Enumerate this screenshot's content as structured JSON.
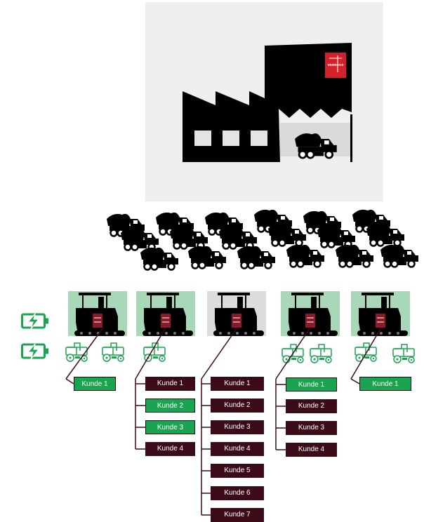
{
  "factory": {
    "logo_text": "VEIDEKKE",
    "colors": {
      "panel": "#efefef",
      "building": "#000000",
      "logo": "#d4202a"
    }
  },
  "colors": {
    "kunde_dark": "#3b0c18",
    "kunde_green": "#1aa350",
    "paver_active_bg": "#a8d8b8",
    "paver_inactive_bg": "#dcdcdc",
    "battery": "#1aa350",
    "tractor": "#1aa350"
  },
  "icons": {
    "battery": "battery-charging-icon",
    "dump_truck": "dump-truck-icon",
    "paver": "asphalt-paver-icon",
    "tractor": "tractor-icon"
  },
  "pavers": [
    {
      "status": "active"
    },
    {
      "status": "active"
    },
    {
      "status": "inactive"
    },
    {
      "status": "active"
    },
    {
      "status": "active"
    }
  ],
  "groups": [
    {
      "customers": [
        {
          "label": "Kunde 1",
          "status": "green"
        }
      ]
    },
    {
      "customers": [
        {
          "label": "Kunde 1",
          "status": "dark"
        },
        {
          "label": "Kunde 2",
          "status": "green"
        },
        {
          "label": "Kunde 3",
          "status": "green"
        },
        {
          "label": "Kunde 4",
          "status": "dark"
        }
      ]
    },
    {
      "customers": [
        {
          "label": "Kunde 1",
          "status": "dark"
        },
        {
          "label": "Kunde 2",
          "status": "dark"
        },
        {
          "label": "Kunde 3",
          "status": "dark"
        },
        {
          "label": "Kunde 4",
          "status": "dark"
        },
        {
          "label": "Kunde 5",
          "status": "dark"
        },
        {
          "label": "Kunde 6",
          "status": "dark"
        },
        {
          "label": "Kunde 7",
          "status": "dark"
        }
      ]
    },
    {
      "customers": [
        {
          "label": "Kunde 1",
          "status": "green"
        },
        {
          "label": "Kunde 2",
          "status": "dark"
        },
        {
          "label": "Kunde 3",
          "status": "dark"
        },
        {
          "label": "Kunde 4",
          "status": "dark"
        }
      ]
    },
    {
      "customers": [
        {
          "label": "Kunde 1",
          "status": "green"
        }
      ]
    }
  ]
}
